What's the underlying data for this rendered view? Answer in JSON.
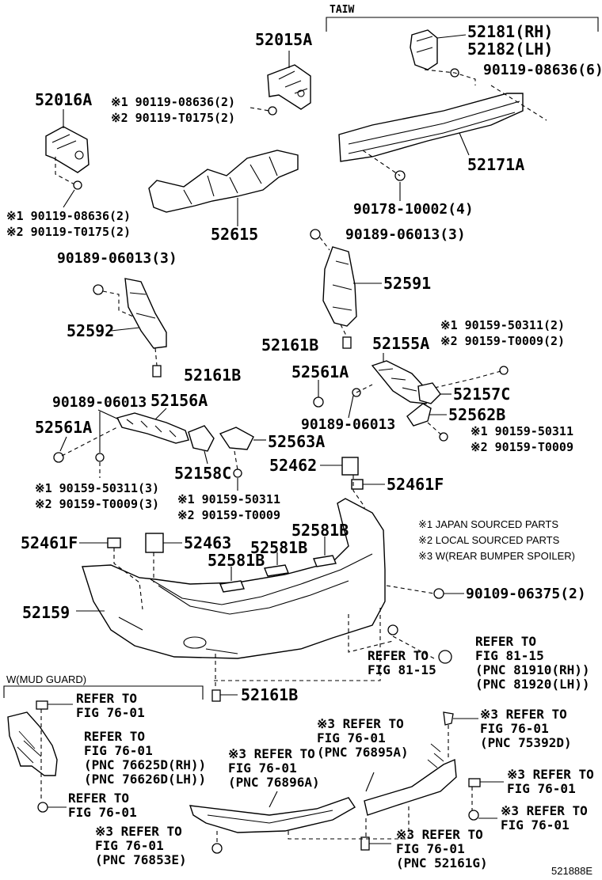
{
  "figure_code": "521888E",
  "groups": {
    "taiw": "TAIW",
    "mud_guard": "W(MUD GUARD)"
  },
  "legend": [
    "※1 JAPAN SOURCED PARTS",
    "※2 LOCAL SOURCED PARTS",
    "※3 W(REAR BUMPER SPOILER)"
  ],
  "labels": {
    "p52015A": "52015A",
    "p52016A": "52016A",
    "p52181": "52181(RH)",
    "p52182": "52182(LH)",
    "p90119_08636_6": "90119-08636(6)",
    "p90119_08636_2a": "※1 90119-08636(2)",
    "p90119_T0175_2a": "※2 90119-T0175(2)",
    "p52171A": "52171A",
    "p90178": "90178-10002(4)",
    "p90119_08636_2b": "※1 90119-08636(2)",
    "p90119_T0175_2b": "※2 90119-T0175(2)",
    "p52615": "52615",
    "p90189_3a": "90189-06013(3)",
    "p90189_3b": "90189-06013(3)",
    "p52591": "52591",
    "p52592": "52592",
    "p52161B_a": "52161B",
    "p52161B_b": "52161B",
    "p52161B_c": "52161B",
    "p52155A": "52155A",
    "p90159_50311_2": "※1 90159-50311(2)",
    "p90159_T0009_2": "※2 90159-T0009(2)",
    "p52561A_a": "52561A",
    "p52561A_b": "52561A",
    "p52157C": "52157C",
    "p90189_a": "90189-06013",
    "p90189_b": "90189-06013",
    "p52156A": "52156A",
    "p52562B": "52562B",
    "p90159_50311_a": "※1 90159-50311",
    "p90159_T0009_a": "※2 90159-T0009",
    "p52563A": "52563A",
    "p52158C": "52158C",
    "p52462": "52462",
    "p52461F_a": "52461F",
    "p52461F_b": "52461F",
    "p90159_50311_3": "※1 90159-50311(3)",
    "p90159_T0009_3": "※2 90159-T0009(3)",
    "p90159_50311_b": "※1 90159-50311",
    "p90159_T0009_b": "※2 90159-T0009",
    "p52463": "52463",
    "p52581B_a": "52581B",
    "p52581B_b": "52581B",
    "p52581B_c": "52581B",
    "p90109": "90109-06375(2)",
    "p52159": "52159"
  },
  "refs": {
    "r1": "REFER TO\nFIG 81-15\n(PNC 81910(RH))\n(PNC 81920(LH))",
    "r2": "REFER TO\nFIG 81-15",
    "r3": "REFER TO\nFIG 76-01",
    "r4": "REFER TO\nFIG 76-01\n(PNC 76625D(RH))\n(PNC 76626D(LH))",
    "r5": "REFER TO\nFIG 76-01",
    "r6": "※3 REFER TO\nFIG 76-01\n(PNC 76896A)",
    "r7": "※3 REFER TO\nFIG 76-01\n(PNC 76895A)",
    "r8": "※3 REFER TO\nFIG 76-01\n(PNC 75392D)",
    "r9": "※3 REFER TO\nFIG 76-01",
    "r10": "※3 REFER TO\nFIG 76-01",
    "r11": "※3 REFER TO\nFIG 76-01\n(PNC 76853E)",
    "r12": "※3 REFER TO\nFIG 76-01\n(PNC 52161G)"
  }
}
